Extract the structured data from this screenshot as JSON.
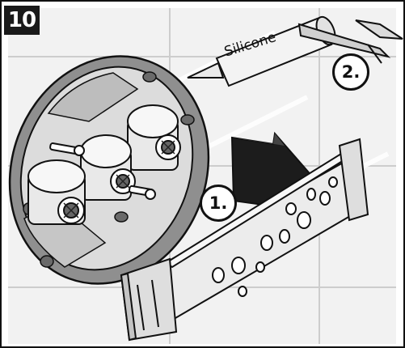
{
  "step": {
    "number": "10"
  },
  "callouts": [
    {
      "id": "1",
      "label": "1."
    },
    {
      "id": "2",
      "label": "2."
    }
  ],
  "tube": {
    "label": "Silicone"
  },
  "colors": {
    "tile": "#f0f0f0",
    "grout": "#cfcfcf",
    "plate": "#8a8a8a",
    "body": "#eeeeee",
    "arrow": "#1c1c1c",
    "line": "#111111"
  },
  "icons": {
    "arrow": "arrow-right-icon",
    "tube": "silicone-tube-icon"
  }
}
